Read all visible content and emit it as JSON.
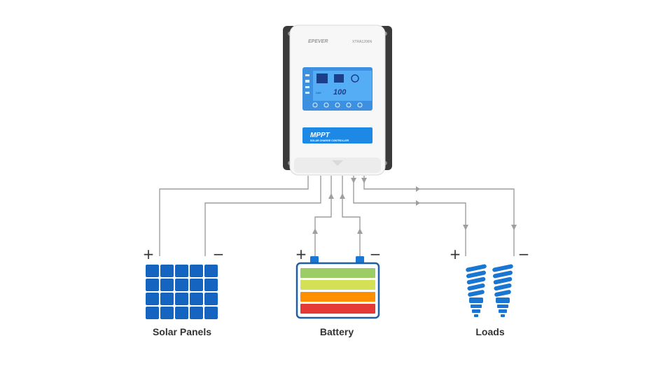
{
  "controller": {
    "brand": "EPEVER",
    "model": "XTRA1206N",
    "mppt_title": "MPPT",
    "subtitle": "SOLAR CHARGE CONTROLLER",
    "lcd_value": "100",
    "lcd_unit": "%",
    "lcd_mode": "DAY"
  },
  "components": {
    "solar": {
      "label": "Solar Panels",
      "plus": "+",
      "minus": "−"
    },
    "battery": {
      "label": "Battery",
      "plus": "+",
      "minus": "−"
    },
    "loads": {
      "label": "Loads",
      "plus": "+",
      "minus": "−"
    }
  },
  "colors": {
    "panel_blue": "#1565c0",
    "bulb_blue": "#1976d2",
    "wire": "#9e9e9e",
    "battery_bars": [
      "#9ccc65",
      "#d4e157",
      "#ff8f00",
      "#e53935"
    ],
    "lcd": "#42a5f5",
    "mppt_label": "#1e88e5"
  },
  "icons": [
    "solar-panel-icon",
    "battery-icon",
    "light-bulb-icon"
  ]
}
